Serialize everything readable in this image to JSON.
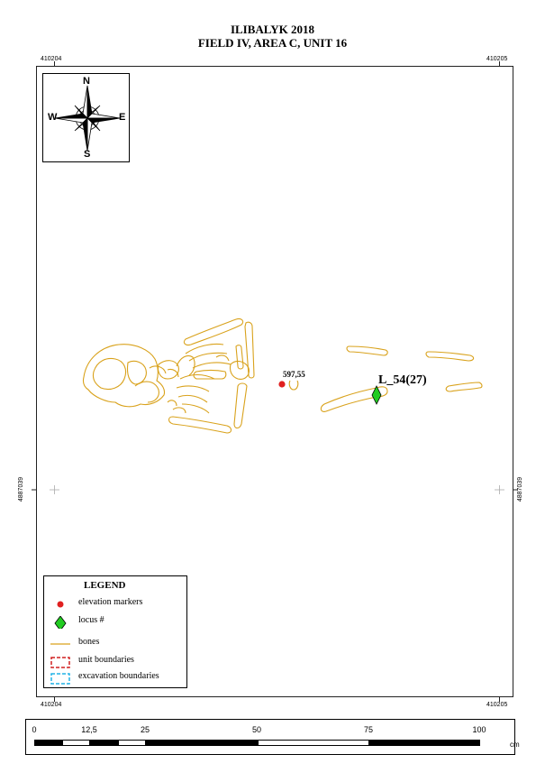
{
  "title": {
    "line1": "ILIBALYK 2018",
    "line2": "FIELD IV, AREA C, UNIT 16"
  },
  "grid_coordinates": {
    "easting_left": "410204",
    "easting_right": "410205",
    "northing": "4887039"
  },
  "compass": {
    "north": "N",
    "south": "S",
    "east": "E",
    "west": "W"
  },
  "features": {
    "elevation_marker": "597,55",
    "locus": "L_54(27)"
  },
  "colors": {
    "bones": "#d9a21c",
    "elevation_marker": "#e02020",
    "locus": "#22cc22",
    "unit_boundary": "#d02020",
    "excavation_boundary": "#22b4e6"
  },
  "legend": {
    "title": "LEGEND",
    "items": [
      {
        "label": "elevation markers",
        "symbol": "red-dot"
      },
      {
        "label": "locus #",
        "symbol": "green-diamond"
      },
      {
        "label": "bones",
        "symbol": "orange-line"
      },
      {
        "label": "unit boundaries",
        "symbol": "red-dashed-box"
      },
      {
        "label": "excavation boundaries",
        "symbol": "blue-dashed-box"
      }
    ]
  },
  "scale_bar": {
    "labels": [
      "0",
      "12,5",
      "25",
      "50",
      "75",
      "100"
    ],
    "unit": "cm"
  }
}
